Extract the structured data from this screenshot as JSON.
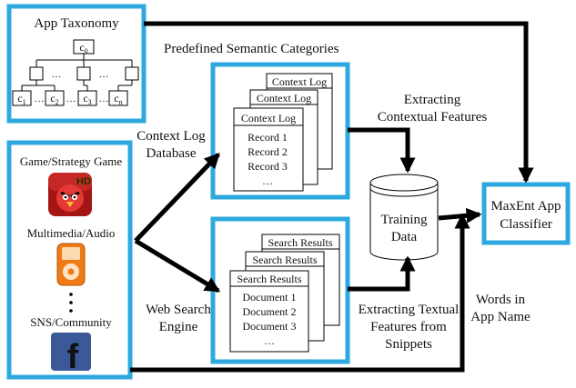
{
  "colors": {
    "frame": "#2ea9df",
    "arrow": "#000000",
    "card_stroke": "#000000",
    "background": "#ffffff"
  },
  "taxonomy": {
    "title": "App Taxonomy",
    "root": "c",
    "root_sub": "0",
    "leaves": [
      {
        "base": "c",
        "sub": "1"
      },
      {
        "base": "c",
        "sub": "2"
      },
      {
        "base": "c",
        "sub": "3"
      },
      {
        "base": "c",
        "sub": "n"
      }
    ],
    "ellipsis": "…"
  },
  "apps": {
    "items": [
      {
        "label": "Game/Strategy Game",
        "icon": "angry-birds-hd-icon"
      },
      {
        "label": "Multimedia/Audio",
        "icon": "ipod-icon"
      },
      {
        "label": "SNS/Community",
        "icon": "facebook-icon"
      }
    ],
    "hd_badge": "HD",
    "fb_letter": "f"
  },
  "labels": {
    "predefined_categories": "Predefined Semantic Categories",
    "context_db_line1": "Context Log",
    "context_db_line2": "Database",
    "web_search_line1": "Web Search",
    "web_search_line2": "Engine",
    "extract_ctx_line1": "Extracting",
    "extract_ctx_line2": "Contextual Features",
    "extract_txt_line1": "Extracting Textual",
    "extract_txt_line2": "Features from",
    "extract_txt_line3": "Snippets",
    "words_line1": "Words in",
    "words_line2": "App Name",
    "training_line1": "Training",
    "training_line2": "Data",
    "classifier_line1": "MaxEnt App",
    "classifier_line2": "Classifier"
  },
  "context_log": {
    "card_title": "Context Log",
    "records": [
      "Record 1",
      "Record 2",
      "Record 3"
    ],
    "ellipsis": "…"
  },
  "search": {
    "card_title": "Search Results",
    "documents": [
      "Document 1",
      "Document 2",
      "Document 3"
    ],
    "ellipsis": "…"
  }
}
